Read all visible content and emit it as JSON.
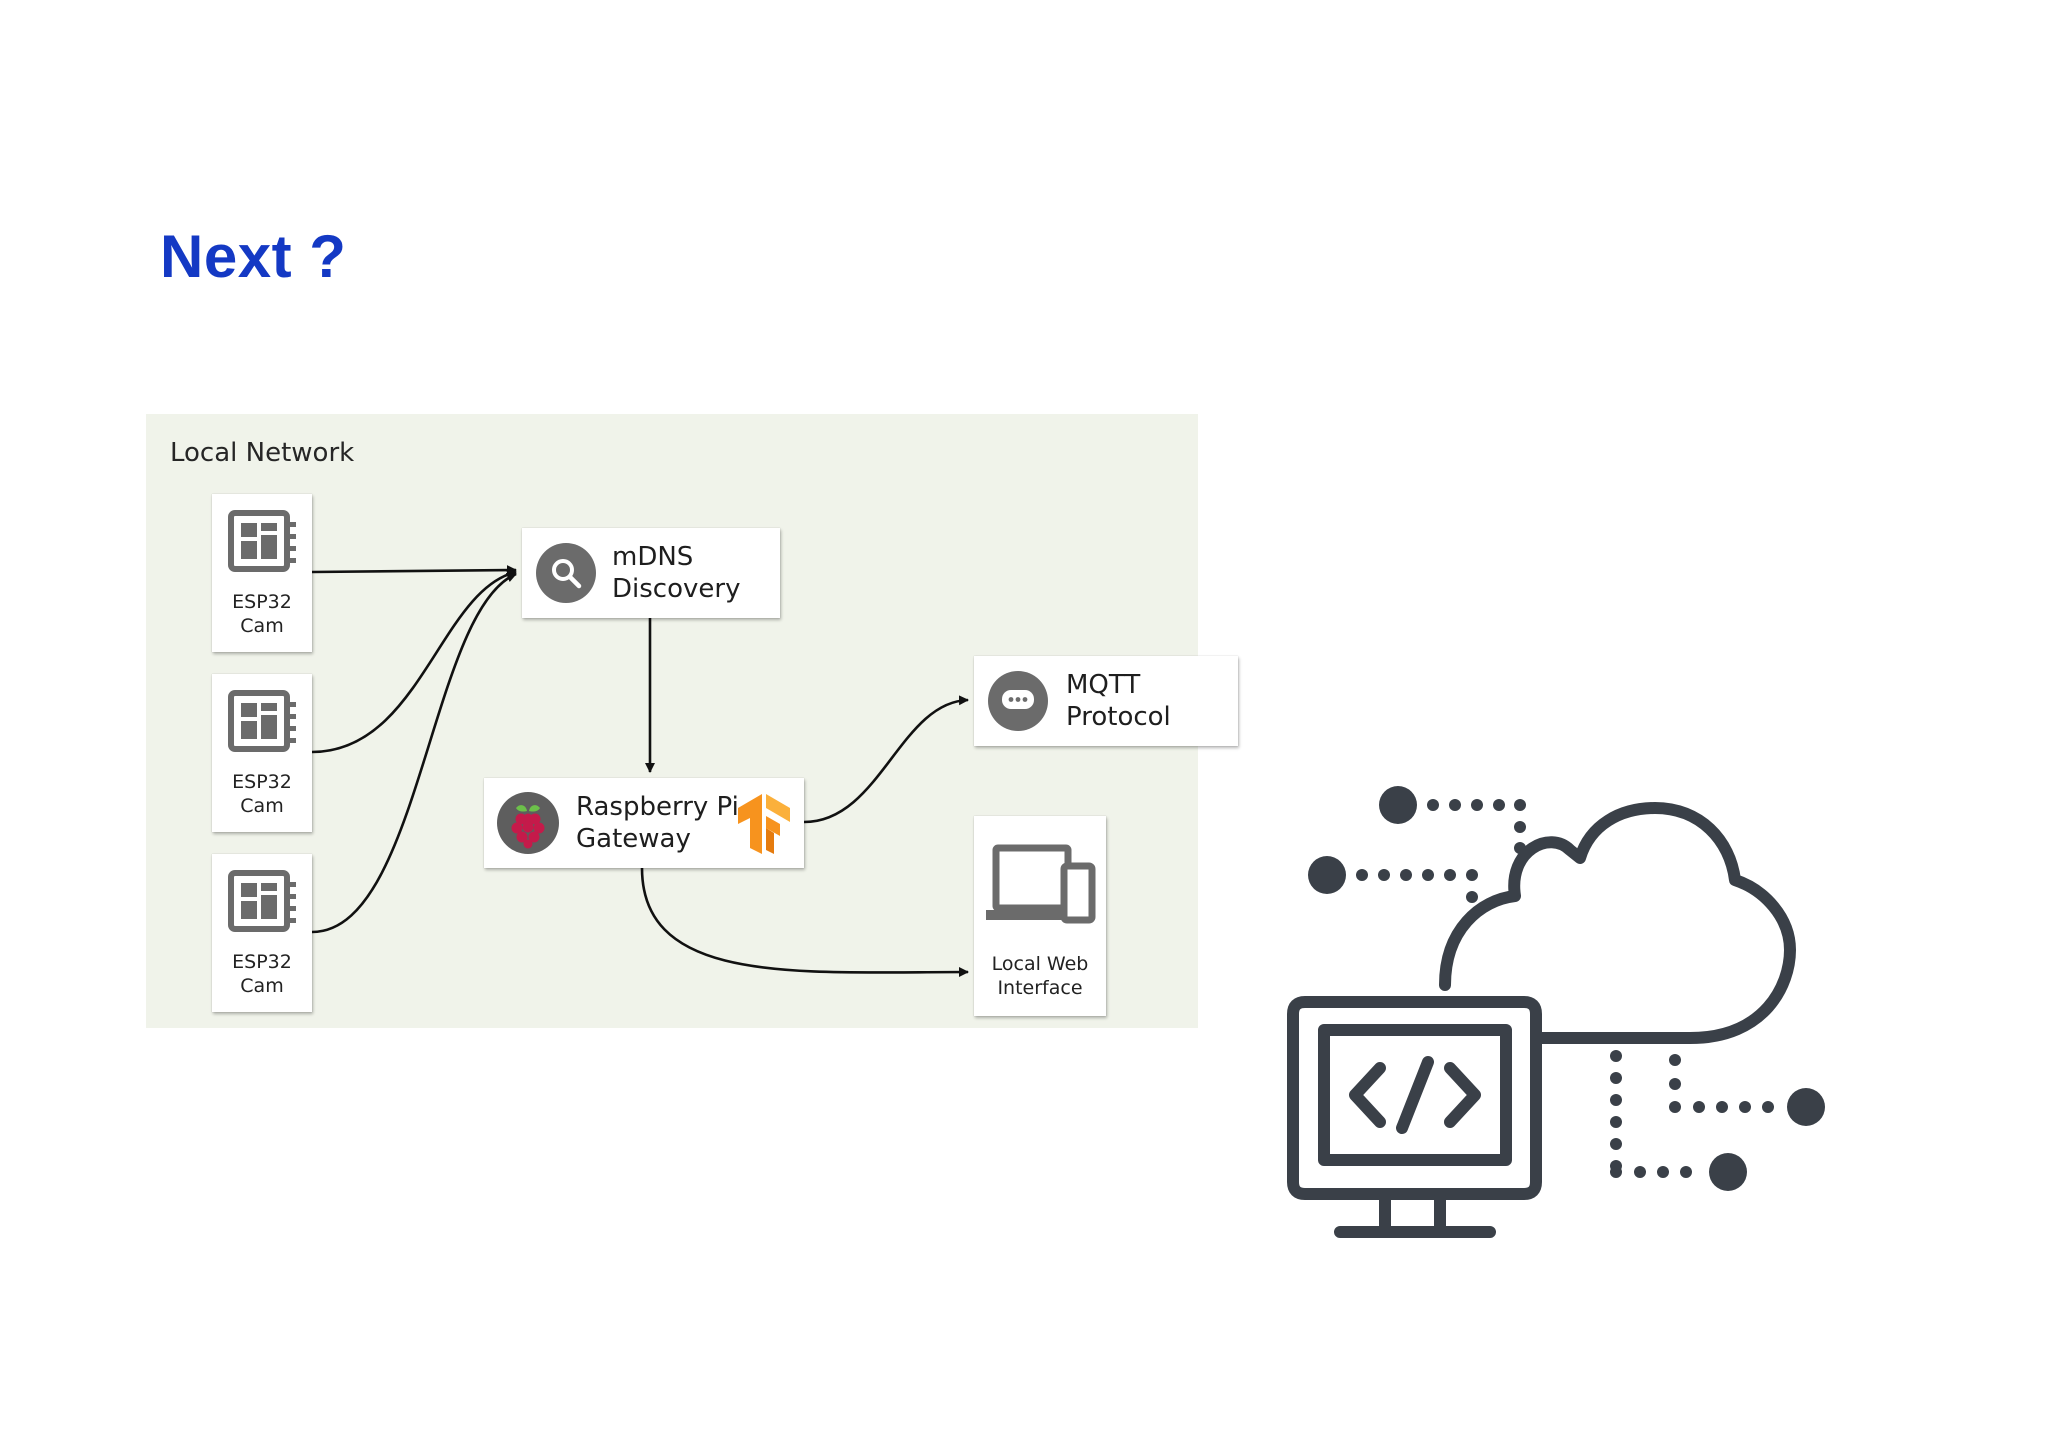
{
  "slide": {
    "title": "Next ?"
  },
  "diagram": {
    "panel_label": "Local Network",
    "nodes": {
      "cam1": {
        "line1": "ESP32",
        "line2": "Cam"
      },
      "cam2": {
        "line1": "ESP32",
        "line2": "Cam"
      },
      "cam3": {
        "line1": "ESP32",
        "line2": "Cam"
      },
      "mdns": {
        "line1": "mDNS",
        "line2": "Discovery"
      },
      "gateway": {
        "line1": "Raspberry Pi",
        "line2": "Gateway"
      },
      "mqtt": {
        "line1": "MQTT",
        "line2": "Protocol"
      },
      "web": {
        "line1": "Local Web",
        "line2": "Interface"
      }
    },
    "edges": [
      {
        "from": "ESP32 Cam",
        "to": "mDNS Discovery"
      },
      {
        "from": "ESP32 Cam",
        "to": "mDNS Discovery"
      },
      {
        "from": "ESP32 Cam",
        "to": "mDNS Discovery"
      },
      {
        "from": "mDNS Discovery",
        "to": "Raspberry Pi Gateway"
      },
      {
        "from": "Raspberry Pi Gateway",
        "to": "MQTT Protocol"
      },
      {
        "from": "Raspberry Pi Gateway",
        "to": "Local Web Interface"
      }
    ]
  },
  "icons": {
    "cam": "circuit-board-icon",
    "mdns": "search-icon",
    "gateway_left": "raspberry-pi-logo",
    "gateway_right": "tensorflow-logo",
    "mqtt": "chat-bubble-icon",
    "web": "devices-icon",
    "illustration": "cloud-computing-code-icon"
  },
  "colors": {
    "title": "#1439c4",
    "panel_background": "#f0f3ea",
    "icon_gray": "#6b6b6b",
    "illustration_stroke": "#3a4048",
    "tensorflow_orange": "#f7931e",
    "raspberry_red": "#c51a4a"
  }
}
